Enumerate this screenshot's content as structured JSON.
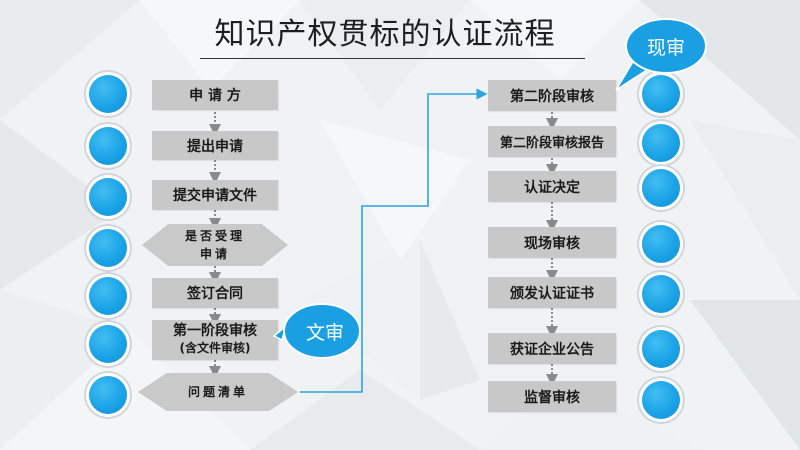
{
  "title": "知识产权贯标的认证流程",
  "left_flow": [
    {
      "label": "申 请 方"
    },
    {
      "label": "提出申请"
    },
    {
      "label": "提交申请文件"
    },
    {
      "label": "是否受理",
      "label2": "申请"
    },
    {
      "label": "签订合同"
    },
    {
      "label": "第一阶段审核",
      "label2": "(含文件审核)"
    },
    {
      "label": "问题清单"
    }
  ],
  "right_flow": [
    {
      "label": "第二阶段审核"
    },
    {
      "label": "第二阶段审核报告"
    },
    {
      "label": "认证决定"
    },
    {
      "label": "现场审核"
    },
    {
      "label": "颁发认证证书"
    },
    {
      "label": "获证企业公告"
    },
    {
      "label": "监督审核"
    }
  ],
  "callouts": {
    "document_review": "文审",
    "onsite_review": "现审"
  },
  "colors": {
    "accent_blue": "#1aa3e6",
    "box_gray": "#c8c8c8",
    "connector_blue": "#2aa6de"
  }
}
